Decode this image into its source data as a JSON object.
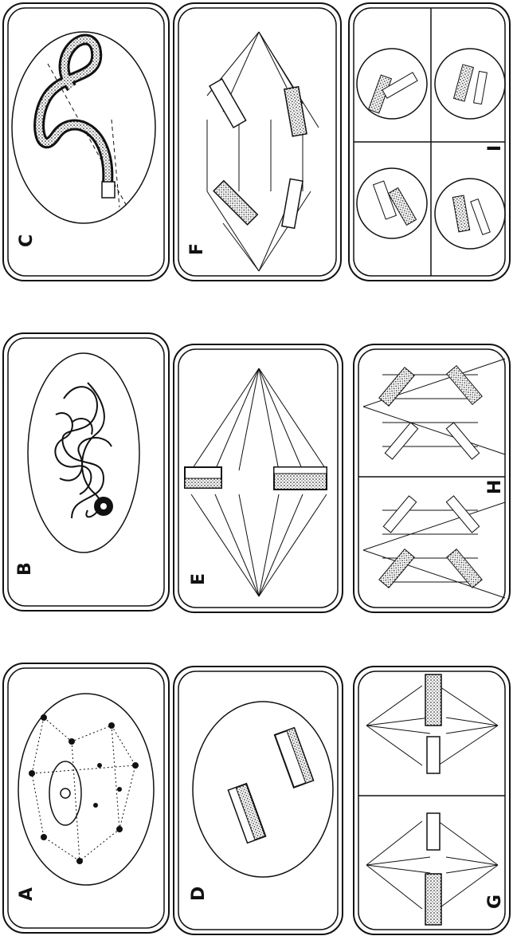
{
  "figure": {
    "panels": [
      {
        "id": "A",
        "label": "A"
      },
      {
        "id": "B",
        "label": "B"
      },
      {
        "id": "C",
        "label": "C"
      },
      {
        "id": "D",
        "label": "D"
      },
      {
        "id": "E",
        "label": "E"
      },
      {
        "id": "F",
        "label": "F"
      },
      {
        "id": "G",
        "label": "G"
      },
      {
        "id": "H",
        "label": "H"
      },
      {
        "id": "I",
        "label": "I"
      }
    ],
    "orientation": "rotated 90° counter-clockwise",
    "colors": {
      "ink": "#111111",
      "paper": "#ffffff",
      "stipple": "#555555"
    }
  }
}
